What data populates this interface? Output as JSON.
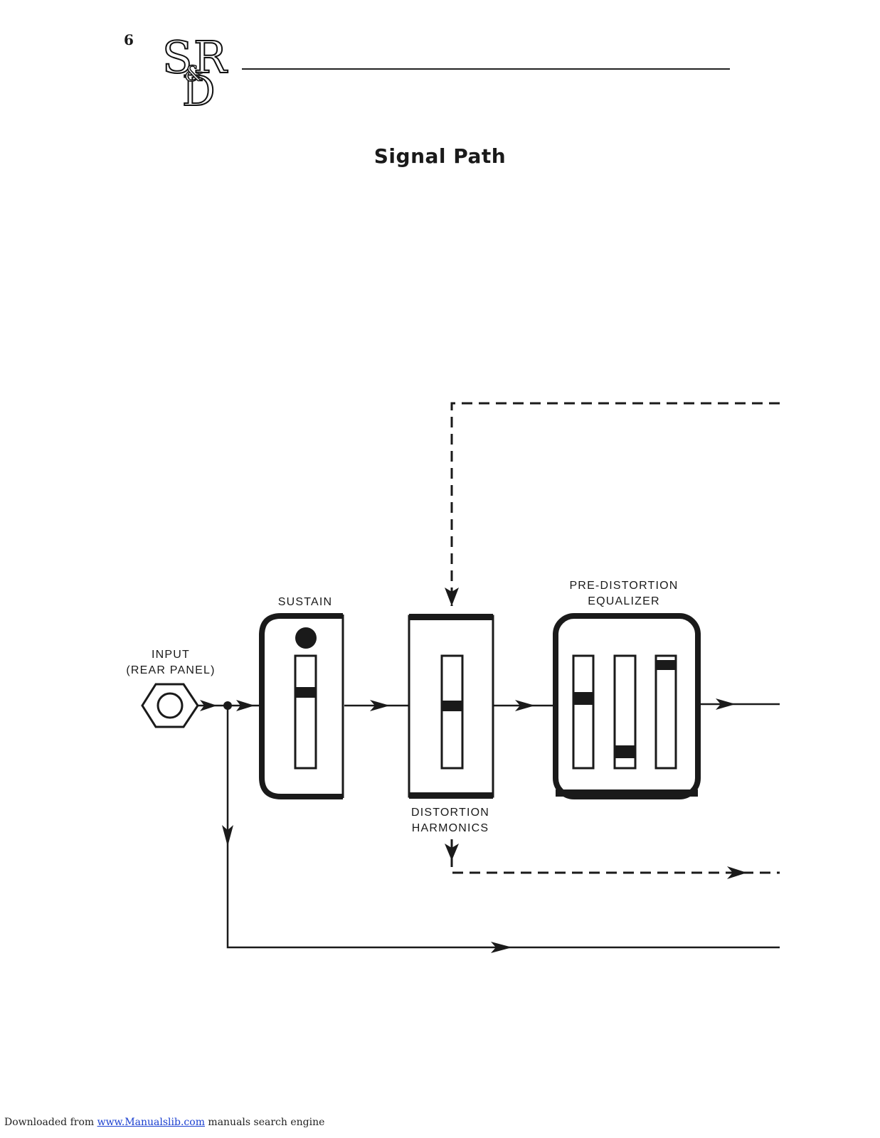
{
  "page_number": "6",
  "logo": {
    "text_top_left": "S",
    "text_amp": "&",
    "text_top_right": "R",
    "text_bottom": "D"
  },
  "title": "Signal Path",
  "diagram": {
    "labels": {
      "input_line1": "INPUT",
      "input_line2": "(REAR PANEL)",
      "sustain": "SUSTAIN",
      "pre_distortion_line1": "PRE-DISTORTION",
      "pre_distortion_line2": "EQUALIZER",
      "distortion_line1": "DISTORTION",
      "distortion_line2": "HARMONICS"
    }
  },
  "footer": {
    "prefix": "Downloaded from ",
    "link_text": "www.Manualslib.com",
    "suffix": " manuals search engine"
  }
}
